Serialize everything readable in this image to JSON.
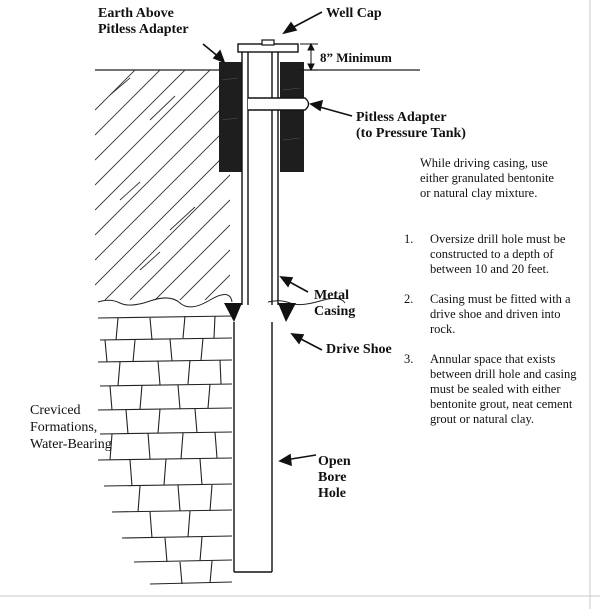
{
  "labels": {
    "earth_above_line1": "Earth Above",
    "earth_above_line2": "Pitless Adapter",
    "well_cap": "Well Cap",
    "eight_inch_minimum": "8” Minimum",
    "pitless_adapter_line1": "Pitless Adapter",
    "pitless_adapter_line2": "(to Pressure Tank)",
    "metal_casing_line1": "Metal",
    "metal_casing_line2": "Casing",
    "drive_shoe": "Drive Shoe",
    "open_bore_line1": "Open",
    "open_bore_line2": "Bore",
    "open_bore_line3": "Hole",
    "creviced_line1": "Creviced",
    "creviced_line2": "Formations,",
    "creviced_line3": "Water-Bearing"
  },
  "note": {
    "line1": "While driving casing, use",
    "line2": "either granulated bentonite",
    "line3": "or natural clay mixture."
  },
  "steps": [
    {
      "number": "1.",
      "text": "Oversize drill hole must be constructed to a depth of between 10 and 20 feet."
    },
    {
      "number": "2.",
      "text": "Casing must be fitted with a drive shoe and driven into rock."
    },
    {
      "number": "3.",
      "text": "Annular space that exists between drill hole and casing must be sealed with either bentonite grout, neat cement grout or natural clay."
    }
  ]
}
